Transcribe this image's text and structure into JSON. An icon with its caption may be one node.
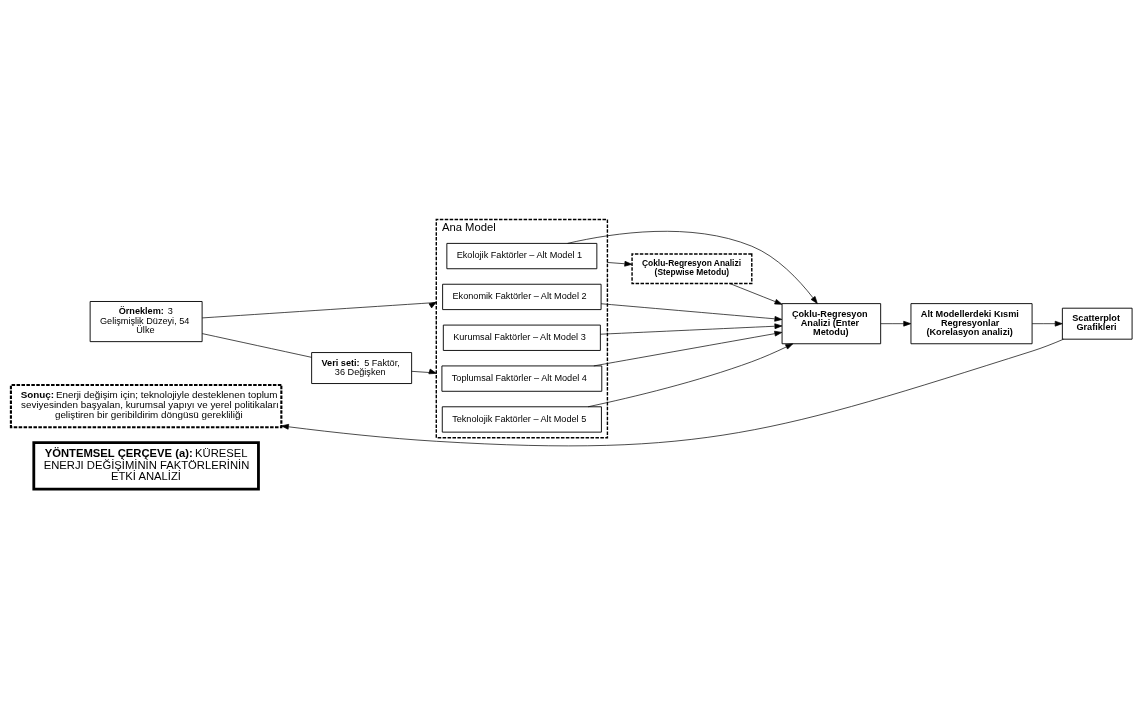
{
  "diagram": {
    "nodes": [
      {
        "text": [
          "**YÖNTEMSEL ÇERÇEVE (a):** KÜRESEL ENERJI DEĞİŞİMİNİN FAKTÖRLERİNİN ETKİ ANALİZİ"
        ]
      },
      {
        "text": [
          "**Örneklem:** 3 Gelişmişlik Düzeyi, 54 Ülke"
        ]
      },
      {
        "text": [
          "**Veri seti:** 5 Faktör, 36 Değişken"
        ]
      },
      {
        "text": [
          "Ana Model"
        ]
      },
      {
        "text": [
          "Ekolojik Faktörler – Alt Model 1"
        ],
        "in": 3
      },
      {
        "text": [
          "Ekonomik Faktörler – Alt Model 2"
        ],
        "in": 3
      },
      {
        "text": [
          "Kurumsal Faktörler – Alt Model 3"
        ],
        "in": 3
      },
      {
        "text": [
          "Toplumsal Faktörler – Alt Model 4"
        ],
        "in": 3
      },
      {
        "text": [
          "Teknolojik Faktörler – Alt Model 5"
        ],
        "in": 3
      },
      {
        "text": [
          "**Çoklu-Regresyon Analizi (Stepwise Metodu)**"
        ]
      },
      {
        "text": [
          "**Çoklu-Regresyon Analizi (Enter Metodu)**"
        ]
      },
      {
        "text": [
          "**Alt Modellerdeki Kısmi Regresyonlar (Korelasyon analizi)**"
        ]
      },
      {
        "text": [
          "**Scatterplot Grafikleri**"
        ]
      },
      {
        "text": [
          "**Sonuç:** Enerji değişim için; teknolojiyle desteklenen toplum seviyesinden başyalan, kurumsal yapıyı ve yerel politikaları geliştiren bir geribildirim döngüsü gerekliliği"
        ]
      }
    ],
    "edges": [
      {
        "from": 1,
        "to": 2,
        "arrow": "none"
      },
      {
        "from": 1,
        "to": 3,
        "arrow": "to"
      },
      {
        "from": 2,
        "to": 3,
        "arrow": "to"
      },
      {
        "from": 3,
        "to": 9,
        "arrow": "to"
      },
      {
        "from": 4,
        "to": 10,
        "arrow": "to"
      },
      {
        "from": 5,
        "to": 10,
        "arrow": "to"
      },
      {
        "from": 6,
        "to": 10,
        "arrow": "to"
      },
      {
        "from": 7,
        "to": 10,
        "arrow": "to"
      },
      {
        "from": 8,
        "to": 10,
        "arrow": "to"
      },
      {
        "from": 9,
        "to": 10,
        "arrow": "to"
      },
      {
        "from": 10,
        "to": 11,
        "arrow": "to"
      },
      {
        "from": 11,
        "to": 12,
        "arrow": "to"
      },
      {
        "from": 12,
        "to": 13,
        "arrow": "to"
      }
    ]
  }
}
